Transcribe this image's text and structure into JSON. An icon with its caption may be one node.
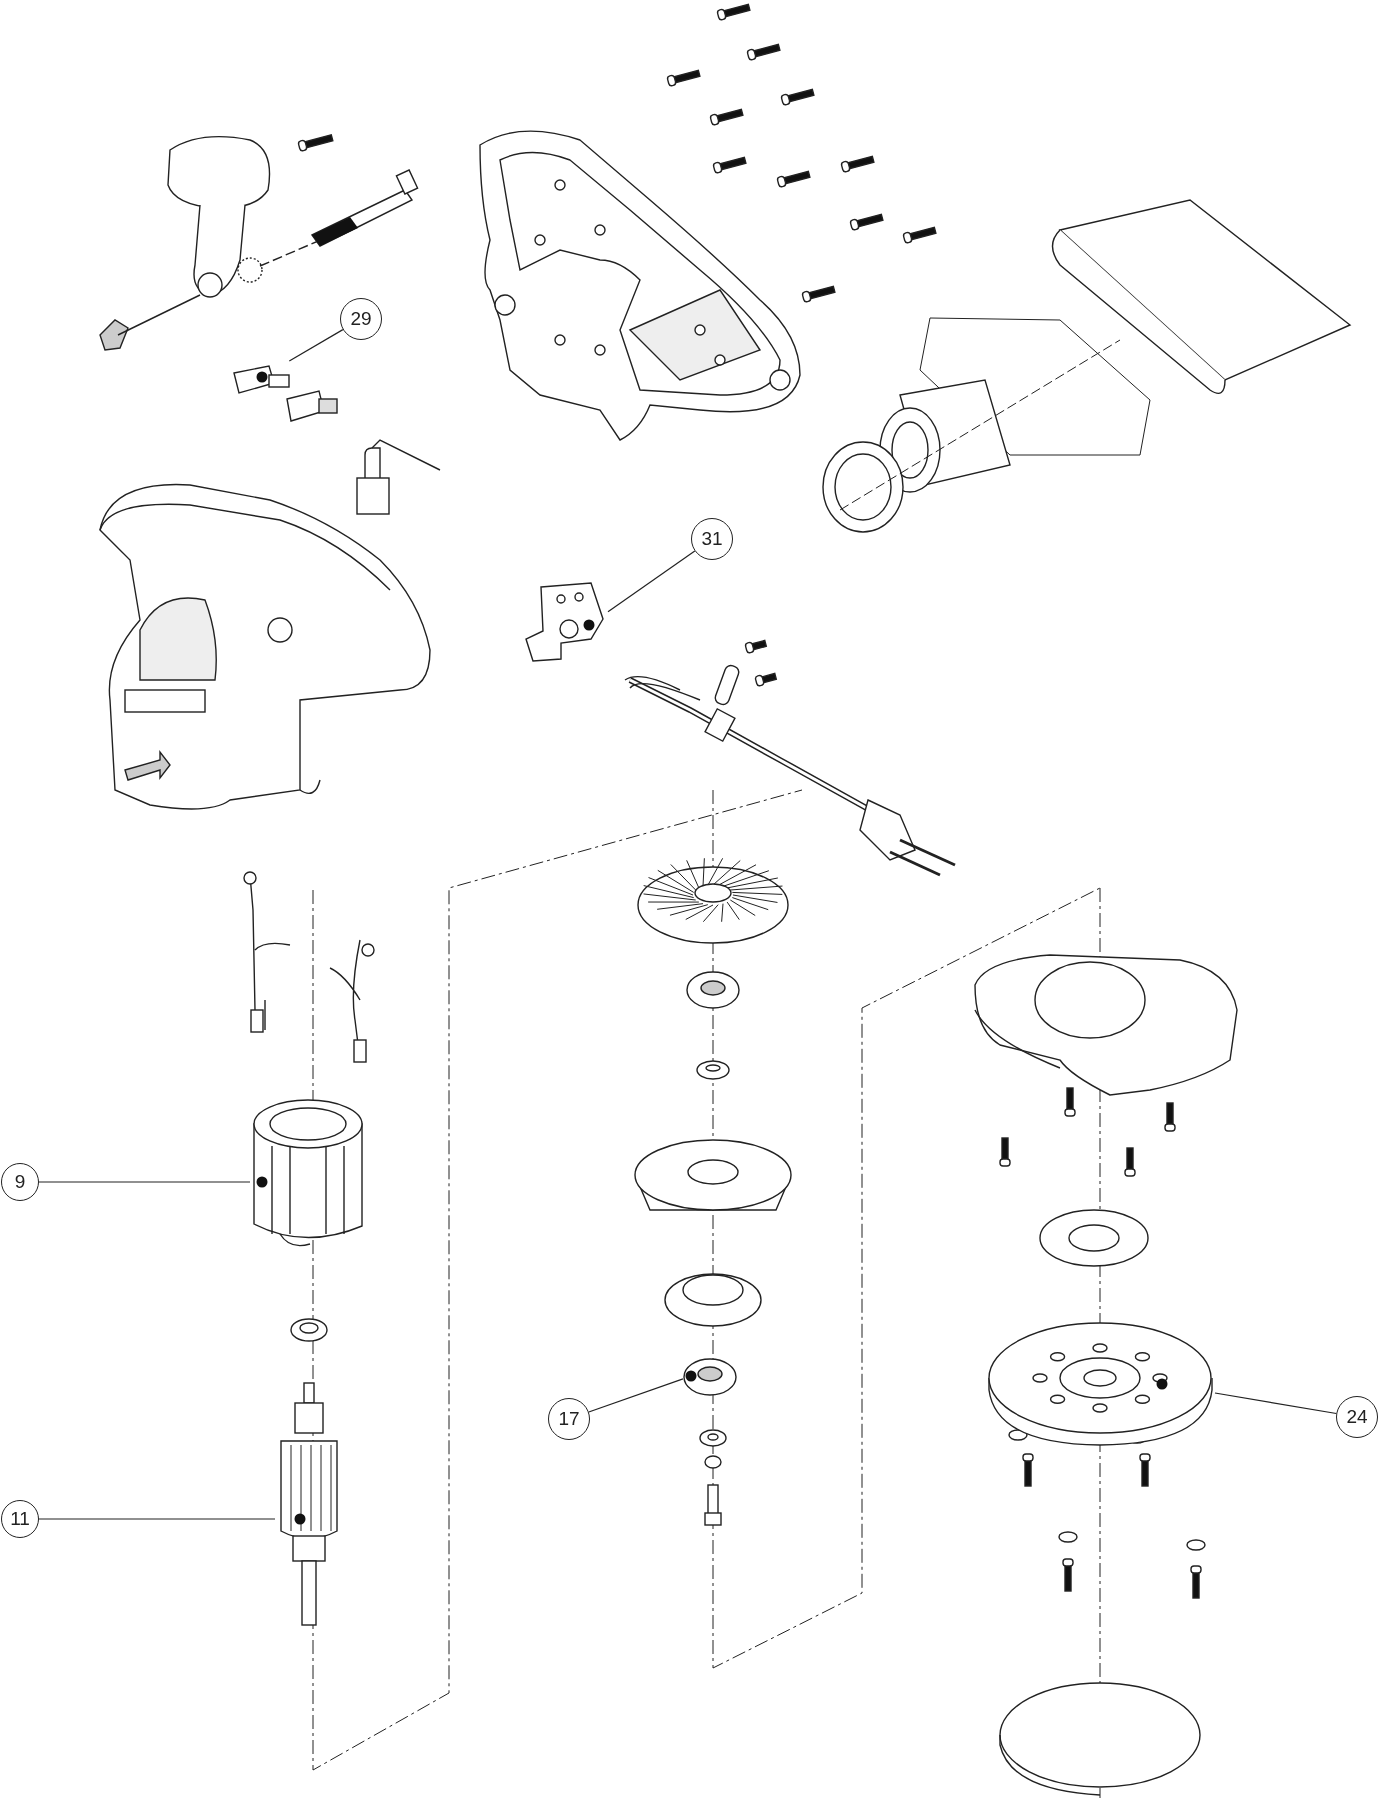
{
  "diagram": {
    "nodes": [
      {
        "text": [
          "29"
        ]
      },
      {
        "text": [
          "31"
        ]
      },
      {
        "text": [
          "9"
        ]
      },
      {
        "text": [
          "17"
        ]
      },
      {
        "text": [
          "11"
        ]
      },
      {
        "text": [
          "24"
        ]
      },
      {
        "text": [],
        "shape": "picture"
      },
      {
        "text": [],
        "shape": "picture"
      },
      {
        "text": [],
        "shape": "picture"
      },
      {
        "text": [],
        "shape": "picture"
      },
      {
        "text": [],
        "shape": "picture"
      },
      {
        "text": [],
        "shape": "picture"
      }
    ],
    "edges": [
      {
        "from": 0,
        "to": 6,
        "arrow": "none"
      },
      {
        "from": 1,
        "to": 7,
        "arrow": "none"
      },
      {
        "from": 2,
        "to": 8,
        "arrow": "none"
      },
      {
        "from": 3,
        "to": 9,
        "arrow": "none"
      },
      {
        "from": 4,
        "to": 10,
        "arrow": "none"
      },
      {
        "from": 5,
        "to": 11,
        "arrow": "none"
      }
    ]
  }
}
